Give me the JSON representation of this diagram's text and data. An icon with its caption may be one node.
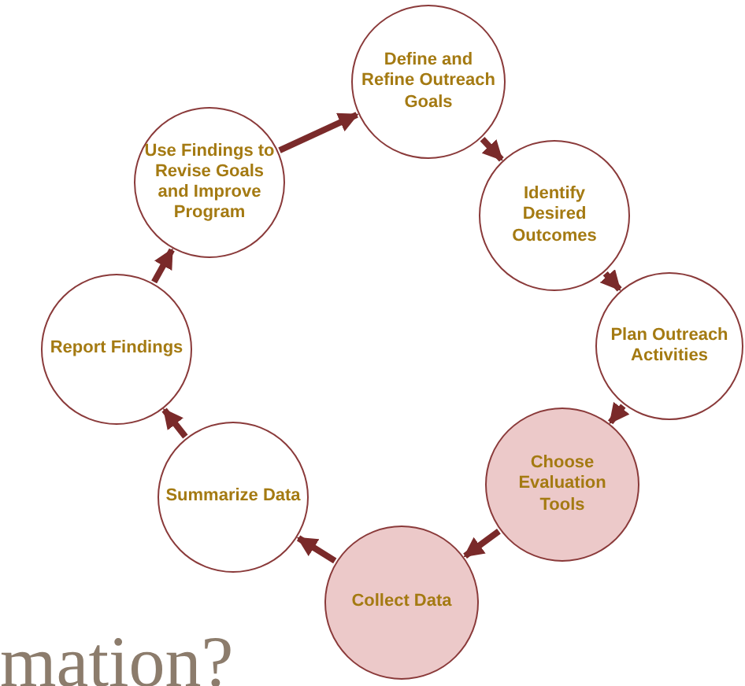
{
  "diagram": {
    "nodes": [
      {
        "text": [
          "Define and Refine Outreach Goals"
        ]
      },
      {
        "text": [
          "Identify Desired Outcomes"
        ]
      },
      {
        "text": [
          "Plan Outreach Activities"
        ]
      },
      {
        "text": [
          "Choose Evaluation Tools"
        ]
      },
      {
        "text": [
          "Collect Data"
        ]
      },
      {
        "text": [
          "Summarize Data"
        ]
      },
      {
        "text": [
          "Report Findings"
        ]
      },
      {
        "text": [
          "Use Findings to Revise Goals and Improve Program"
        ]
      }
    ],
    "edges": [
      {
        "from": 0,
        "to": 1,
        "arrow": "to"
      },
      {
        "from": 1,
        "to": 2,
        "arrow": "to"
      },
      {
        "from": 2,
        "to": 3,
        "arrow": "to"
      },
      {
        "from": 3,
        "to": 4,
        "arrow": "to"
      },
      {
        "from": 4,
        "to": 5,
        "arrow": "to"
      },
      {
        "from": 5,
        "to": 6,
        "arrow": "to"
      },
      {
        "from": 6,
        "to": 7,
        "arrow": "to"
      },
      {
        "from": 7,
        "to": 0,
        "arrow": "to"
      }
    ],
    "labels": [
      "mation?"
    ]
  }
}
